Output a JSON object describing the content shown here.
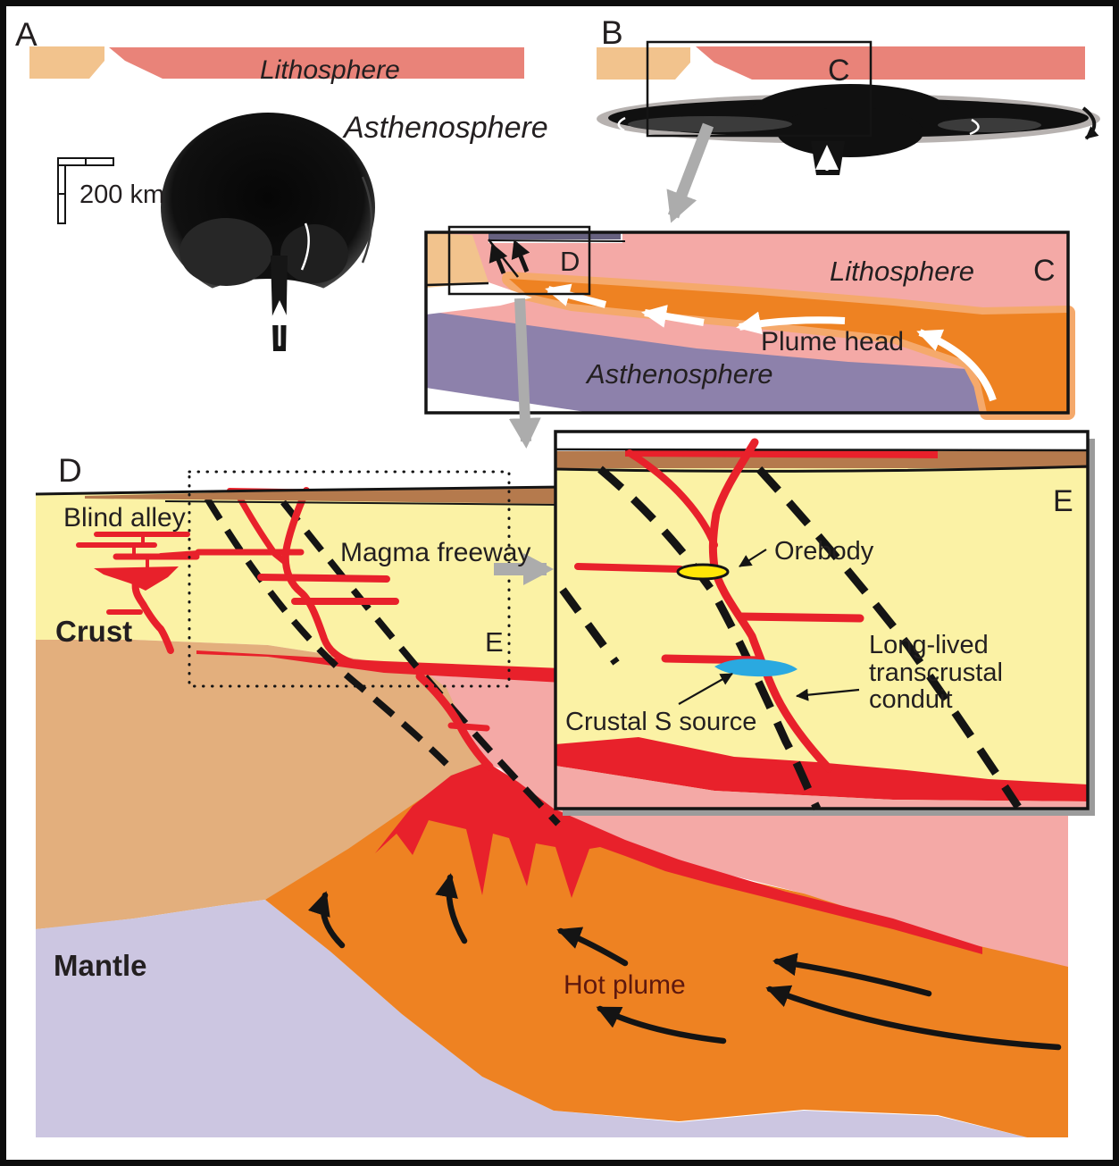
{
  "colors": {
    "salmon": "#E98379",
    "tan": "#F2C38D",
    "pink": "#F4A9A6",
    "orange": "#EE8222",
    "orange_light": "#F5A96B",
    "asthen_purple": "#8D81AB",
    "mantle_purple": "#CCC6E1",
    "yellow": "#FBF2A5",
    "brown": "#B57A4D",
    "lower_crust": "#E3AF7D",
    "red": "#E8212B",
    "blue": "#2AA9E0",
    "ore_yellow": "#FFE607",
    "grey_arrow": "#ACACAC",
    "shadow": "#9B9B9B",
    "strip_purple": "#66617F",
    "text_dark": "#231F20",
    "hot_plume_text": "#5E180E"
  },
  "panel_a": {
    "label": "A",
    "lithosphere": "Lithosphere",
    "asthenosphere": "Asthenosphere",
    "scale": "200 km"
  },
  "panel_b": {
    "label": "B",
    "inset_label": "C"
  },
  "panel_c": {
    "label": "C",
    "lithosphere": "Lithosphere",
    "plume_head": "Plume head",
    "asthenosphere": "Asthenosphere",
    "inset_label": "D"
  },
  "panel_d": {
    "label": "D",
    "blind_alley": "Blind alley",
    "magma_freeway": "Magma freeway",
    "crust": "Crust",
    "mantle": "Mantle",
    "hot_plume": "Hot plume",
    "inset_label": "E"
  },
  "panel_e": {
    "label": "E",
    "orebody": "Orebody",
    "crustal_s_source": "Crustal S source",
    "conduit": "Long-lived\ntranscrustal\nconduit"
  }
}
